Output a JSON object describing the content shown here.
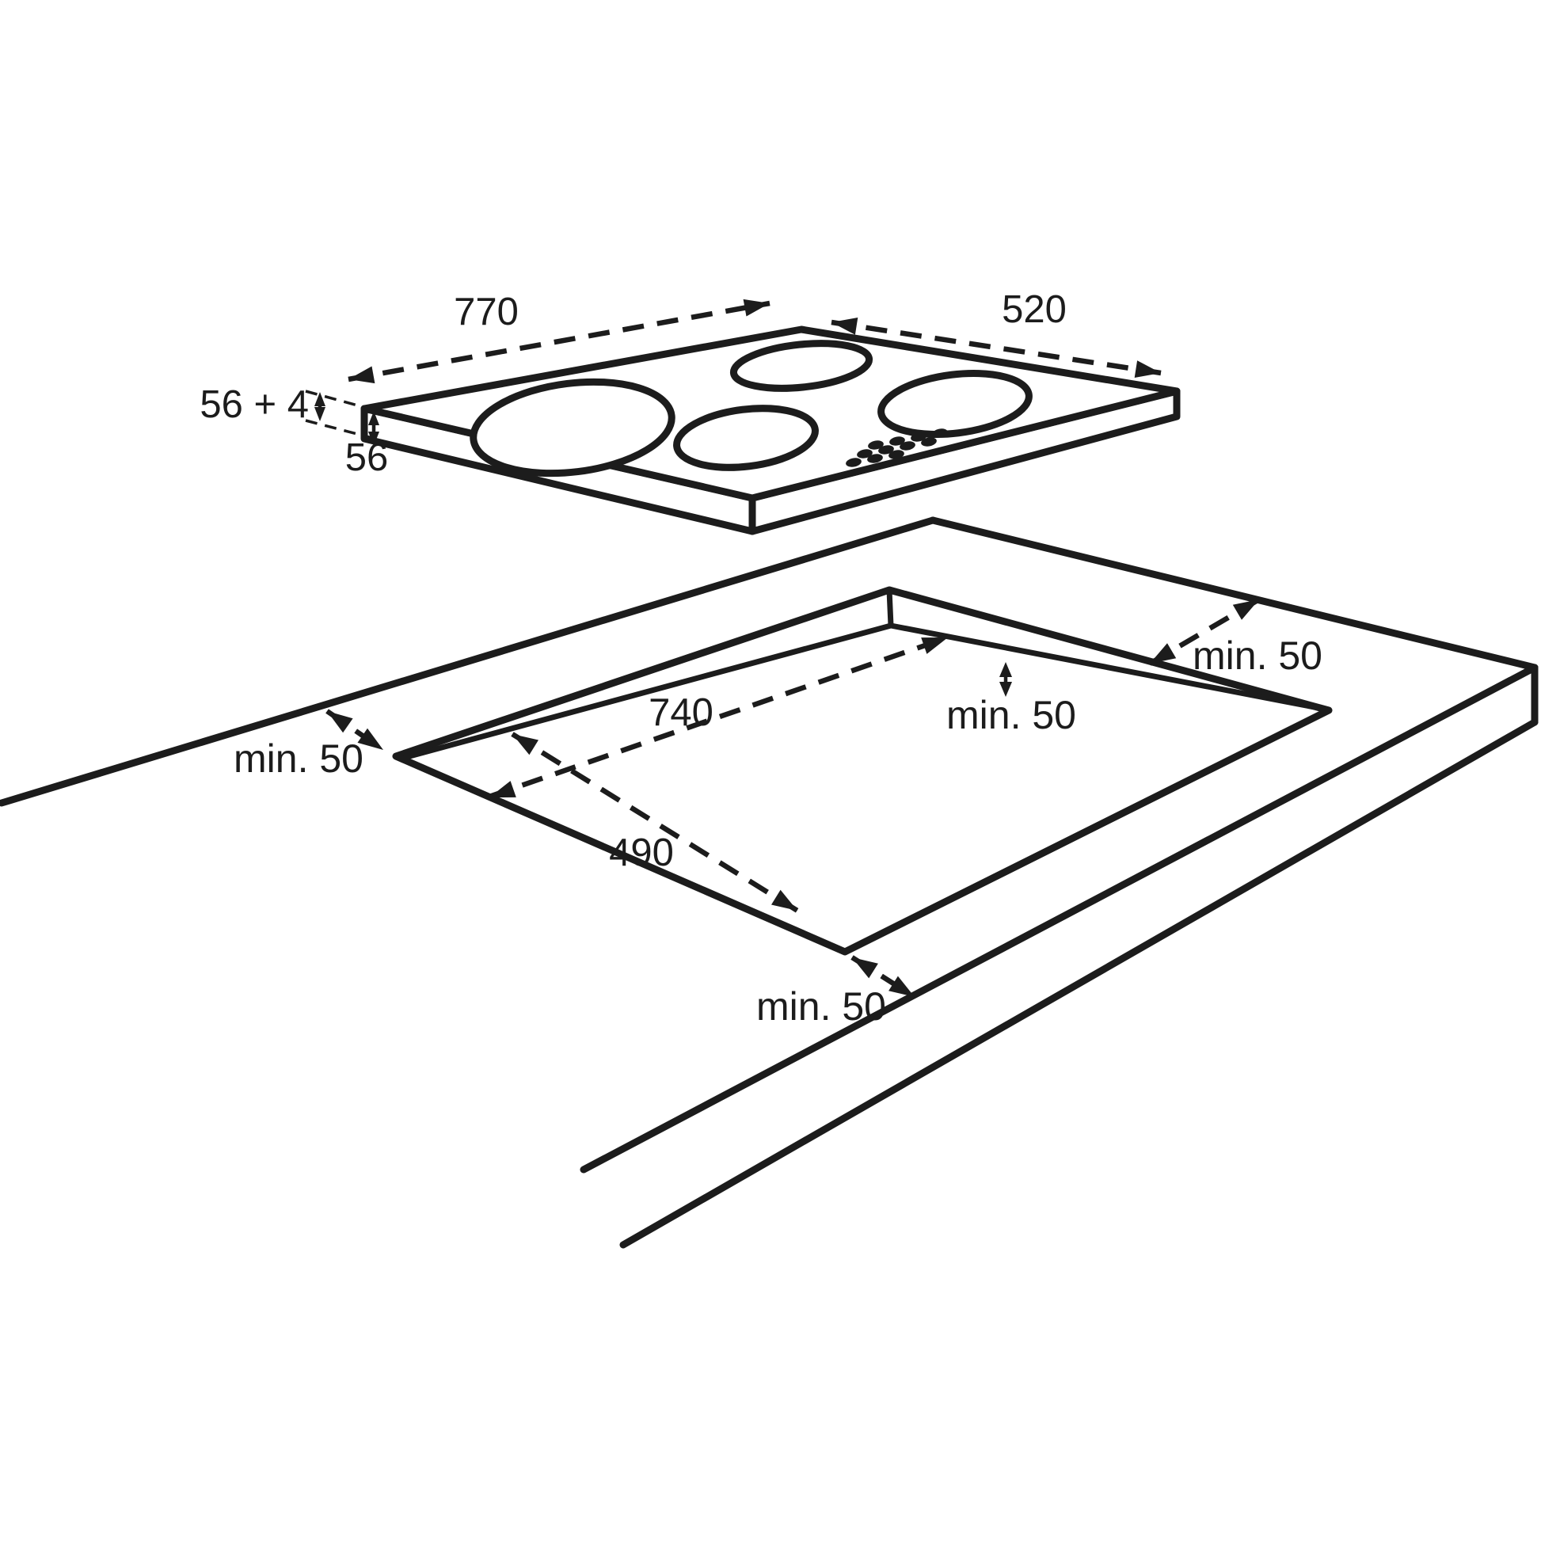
{
  "page": {
    "background_color": "#ffffff",
    "line_color": "#1c1c1c",
    "content_type": "hob-installation-dimension-drawing"
  },
  "hob": {
    "burner_count": 4,
    "width_label": "770",
    "depth_label": "520",
    "height_total_label": "56 + 4",
    "height_body_label": "56"
  },
  "cutout": {
    "width_label": "740",
    "depth_label": "490"
  },
  "clearances": {
    "back_right_label": "min. 50",
    "back_label": "min. 50",
    "left_label": "min. 50",
    "front_label": "min. 50"
  }
}
